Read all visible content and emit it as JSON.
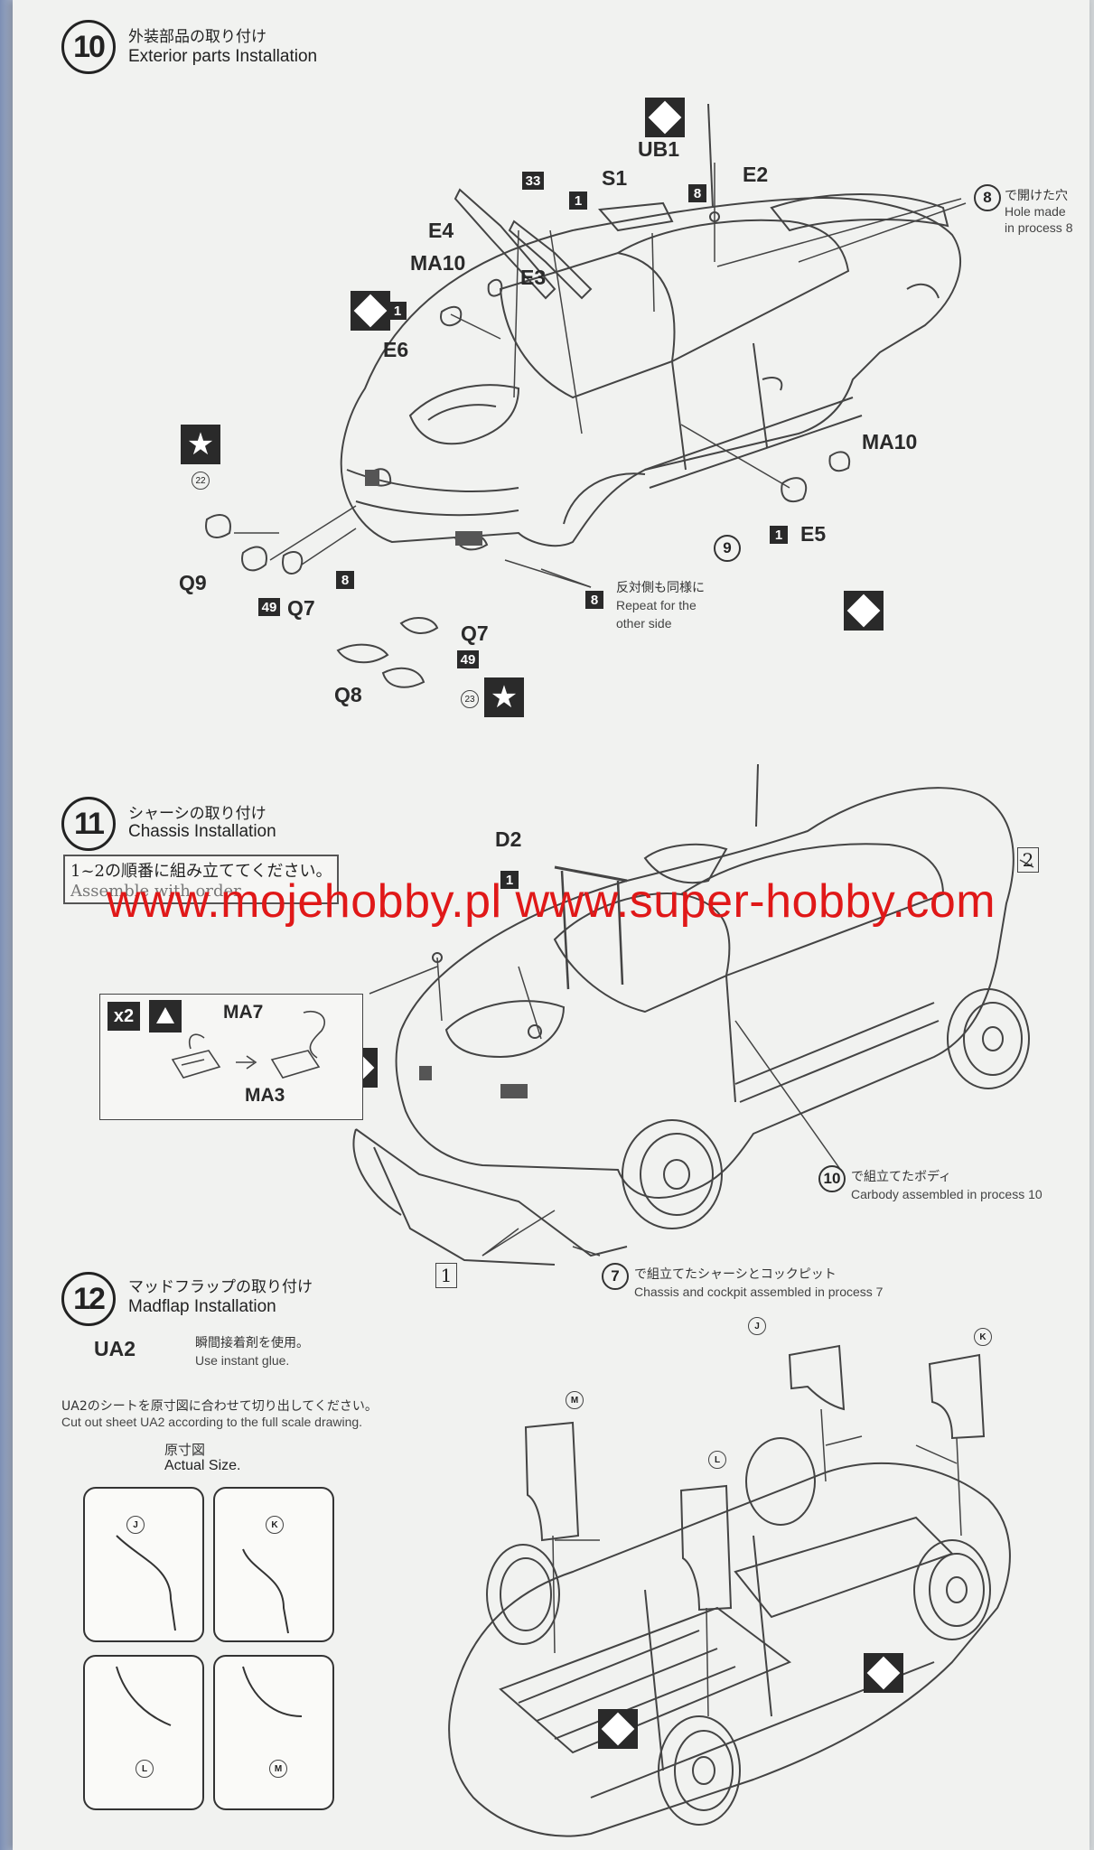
{
  "steps": {
    "s10": {
      "number": "10",
      "title_jp": "外装部品の取り付け",
      "title_en": "Exterior parts Installation",
      "labels": {
        "ub1": "UB1",
        "s1": "S1",
        "e2": "E2",
        "e4": "E4",
        "e3": "E3",
        "ma10_left": "MA10",
        "e6": "E6",
        "ma10_right": "MA10",
        "e5": "E5",
        "q9": "Q9",
        "q7_left": "Q7",
        "q7_right": "Q7",
        "q8": "Q8"
      },
      "badges": {
        "b8_top": "8",
        "b1_s1": "1",
        "b33": "33",
        "b1_e6": "1",
        "b8_front": "8",
        "b49_left": "49",
        "b8_repeat": "8",
        "b49_right": "49",
        "b1_e5": "1"
      },
      "small_circles": {
        "c22": "22",
        "c23": "23"
      },
      "process_refs": {
        "p9": "9"
      },
      "hole_note": {
        "number": "8",
        "jp": "で開けた穴",
        "en_line1": "Hole made",
        "en_line2": "in process 8"
      },
      "repeat_note": {
        "jp": "反対側も同様に",
        "en_line1": "Repeat for the",
        "en_line2": "other side"
      }
    },
    "s11": {
      "number": "11",
      "title_jp": "シャーシの取り付け",
      "title_en": "Chassis Installation",
      "order_jp": "1~2の順番に組み立ててください。",
      "order_en": "Assemble with order",
      "labels": {
        "d2": "D2",
        "ma7": "MA7",
        "ma3": "MA3"
      },
      "badges": {
        "b1_d2": "1",
        "x2": "x2"
      },
      "order_marks": {
        "m1": "1",
        "m2": "2"
      },
      "body_note": {
        "number": "10",
        "jp": "で組立てたボディ",
        "en": "Carbody assembled in process 10"
      },
      "chassis_note": {
        "number": "7",
        "jp": "で組立てたシャーシとコックピット",
        "en": "Chassis and cockpit assembled in process 7"
      }
    },
    "s12": {
      "number": "12",
      "title_jp": "マッドフラップの取り付け",
      "title_en": "Madflap Installation",
      "ua2": "UA2",
      "glue_jp": "瞬間接着剤を使用。",
      "glue_en": "Use instant glue.",
      "cut_jp": "UA2のシートを原寸図に合わせて切り出してください。",
      "cut_en": "Cut out sheet UA2 according to the full scale drawing.",
      "actual_jp": "原寸図",
      "actual_en": "Actual Size.",
      "pieces": {
        "j": "J",
        "k": "K",
        "l": "L",
        "m": "M"
      }
    }
  },
  "watermark": "www.mojehobby.pl www.super-hobby.com"
}
